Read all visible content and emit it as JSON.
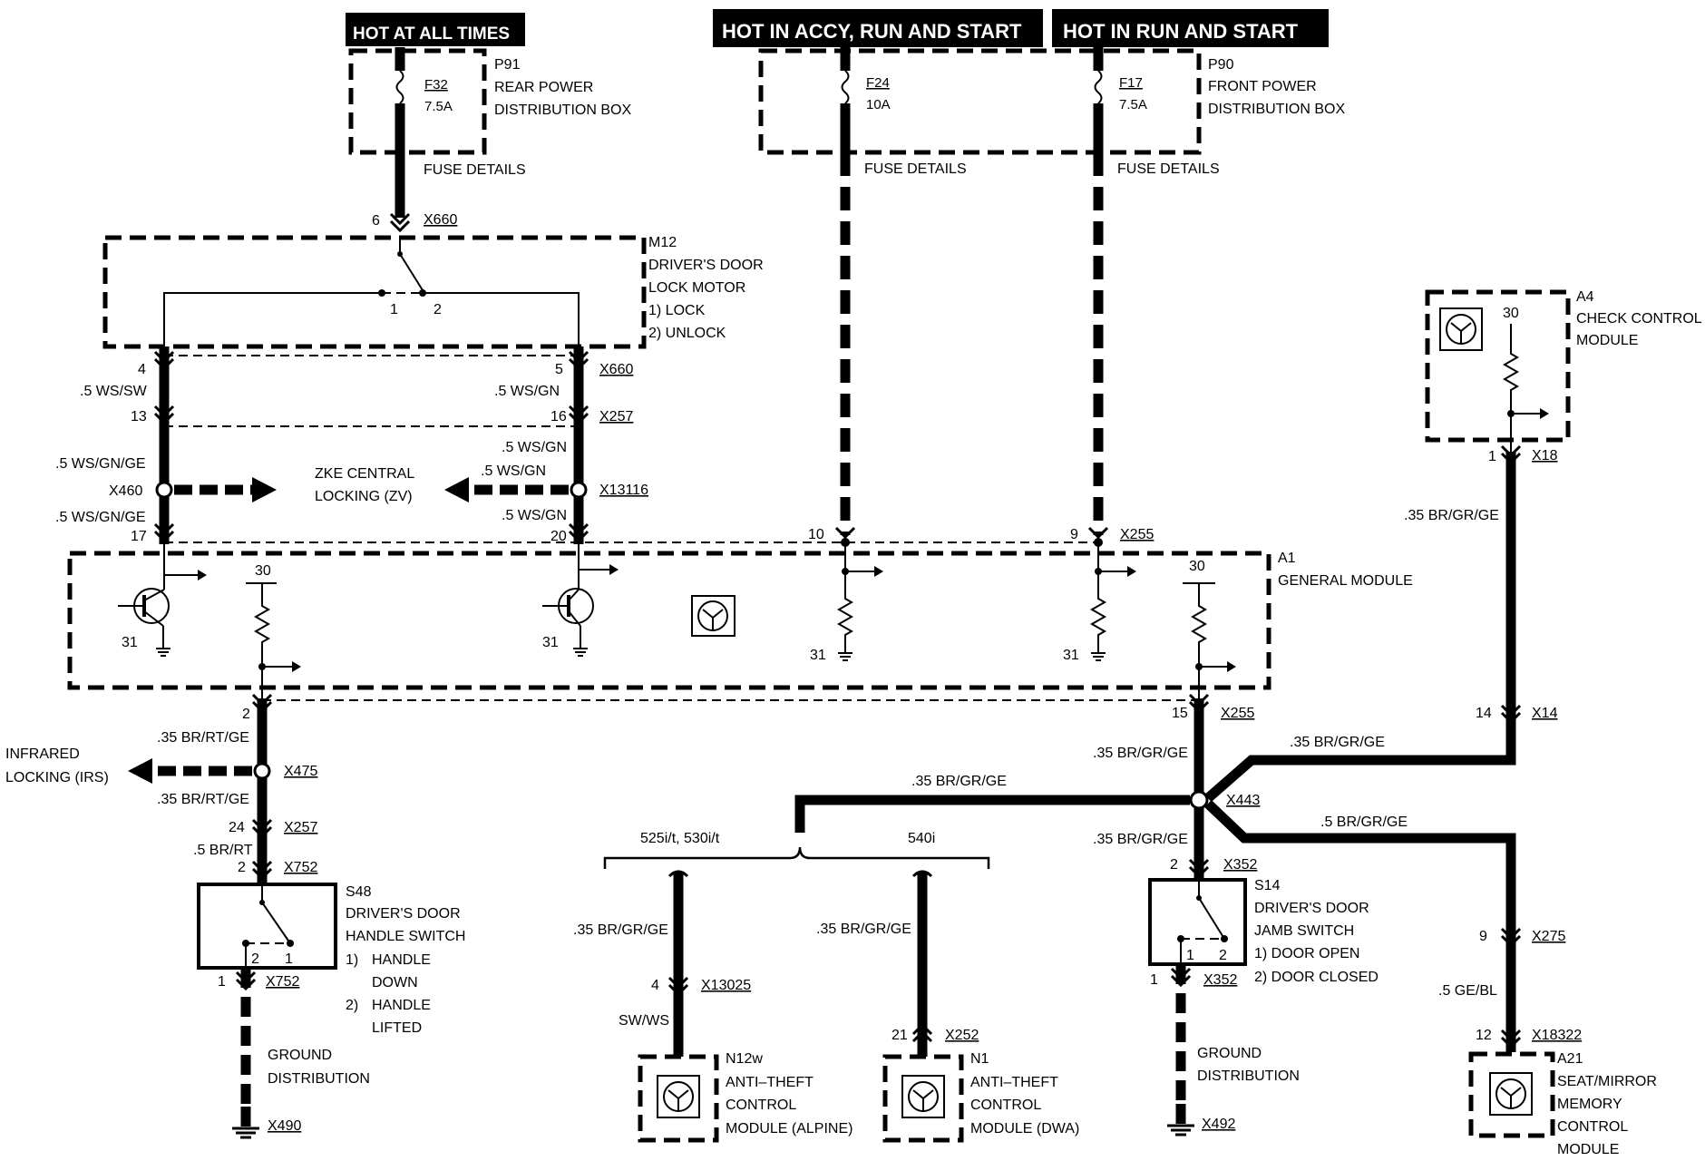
{
  "headers": {
    "hot_all": "HOT AT ALL TIMES",
    "hot_accy": "HOT IN ACCY, RUN AND START",
    "hot_run": "HOT IN RUN AND START"
  },
  "p91": {
    "id": "P91",
    "l1": "REAR POWER",
    "l2": "DISTRIBUTION BOX",
    "fuse": "F32",
    "amps": "7.5A",
    "details": "FUSE DETAILS"
  },
  "p90": {
    "id": "P90",
    "l1": "FRONT POWER",
    "l2": "DISTRIBUTION BOX",
    "fuse1": "F24",
    "amps1": "10A",
    "fuse2": "F17",
    "amps2": "7.5A",
    "details1": "FUSE DETAILS",
    "details2": "FUSE DETAILS"
  },
  "m12": {
    "id": "M12",
    "l1": "DRIVER'S DOOR",
    "l2": "LOCK MOTOR",
    "o1": "1)   LOCK",
    "o2": "2)   UNLOCK",
    "p1": "1",
    "p2": "2"
  },
  "conn": {
    "x660": "X660",
    "x660b": "X660",
    "x257": "X257",
    "x13116": "X13116",
    "x460": "X460",
    "x255": "X255",
    "x18": "X18",
    "x14": "X14",
    "x255b": "X255",
    "x475": "X475",
    "x257b": "X257",
    "x752": "X752",
    "x752b": "X752",
    "x490": "X490",
    "x443": "X443",
    "x352": "X352",
    "x352b": "X352",
    "x492": "X492",
    "x13025": "X13025",
    "x252": "X252",
    "x275": "X275",
    "x18322": "X18322"
  },
  "pins": {
    "p6": "6",
    "p4": "4",
    "p5": "5",
    "p13": "13",
    "p16": "16",
    "p17": "17",
    "p20": "20",
    "p10": "10",
    "p9": "9",
    "p1a": "1",
    "p14": "14",
    "p2a": "2",
    "p15": "15",
    "p24": "24",
    "p2b": "2",
    "p1b": "1",
    "p2c": "2",
    "p1c": "1",
    "p4b": "4",
    "p21": "21",
    "p9b": "9",
    "p12": "12"
  },
  "wires": {
    "w1": ".5 WS/SW",
    "w2": ".5 WS/GN",
    "w3": ".5 WS/GN/GE",
    "w4": ".5 WS/GN/GE",
    "w5": ".5 WS/GN",
    "w6": ".5 WS/GN",
    "w7": ".5 WS/GN",
    "w8": ".35 BR/GR/GE",
    "w9": ".35 BR/RT/GE",
    "w10": ".35 BR/RT/GE",
    "w11": ".5 BR/RT",
    "w12": ".35 BR/GR/GE",
    "w13": ".35 BR/GR/GE",
    "w14": ".35 BR/GR/GE",
    "w15": ".35 BR/GR/GE",
    "w16": ".5 BR/GR/GE",
    "w17": ".35 BR/GR/GE",
    "w18": ".35 BR/GR/GE",
    "w19": "SW/WS",
    "w20": ".5 GE/BL"
  },
  "zke": {
    "l1": "ZKE CENTRAL",
    "l2": "LOCKING (ZV)"
  },
  "a1": {
    "id": "A1",
    "name": "GENERAL MODULE",
    "t30a": "30",
    "t30b": "30",
    "t31a": "31",
    "t31b": "31",
    "t31c": "31",
    "t31d": "31"
  },
  "a4": {
    "id": "A4",
    "l1": "CHECK CONTROL",
    "l2": "MODULE",
    "t30": "30"
  },
  "infra": {
    "l1": "INFRARED",
    "l2": "LOCKING (IRS)"
  },
  "s48": {
    "id": "S48",
    "l1": "DRIVER'S DOOR",
    "l2": "HANDLE SWITCH",
    "o1": "1)",
    "o1a": "HANDLE",
    "o1b": "DOWN",
    "o2": "2)",
    "o2a": "HANDLE",
    "o2b": "LIFTED",
    "p2": "2",
    "p1": "1"
  },
  "gnd1": {
    "l1": "GROUND",
    "l2": "DISTRIBUTION"
  },
  "gnd2": {
    "l1": "GROUND",
    "l2": "DISTRIBUTION"
  },
  "s14": {
    "id": "S14",
    "l1": "DRIVER'S DOOR",
    "l2": "JAMB SWITCH",
    "o1": "1)   DOOR OPEN",
    "o2": "2)   DOOR CLOSED",
    "p1": "1",
    "p2": "2"
  },
  "models": {
    "m1": "525i/t, 530i/t",
    "m2": "540i"
  },
  "n12w": {
    "id": "N12w",
    "l1": "ANTI–THEFT",
    "l2": "CONTROL",
    "l3": "MODULE (ALPINE)"
  },
  "n1": {
    "id": "N1",
    "l1": "ANTI–THEFT",
    "l2": "CONTROL",
    "l3": "MODULE (DWA)"
  },
  "a21": {
    "id": "A21",
    "l1": "SEAT/MIRROR",
    "l2": "MEMORY",
    "l3": "CONTROL",
    "l4": "MODULE"
  }
}
